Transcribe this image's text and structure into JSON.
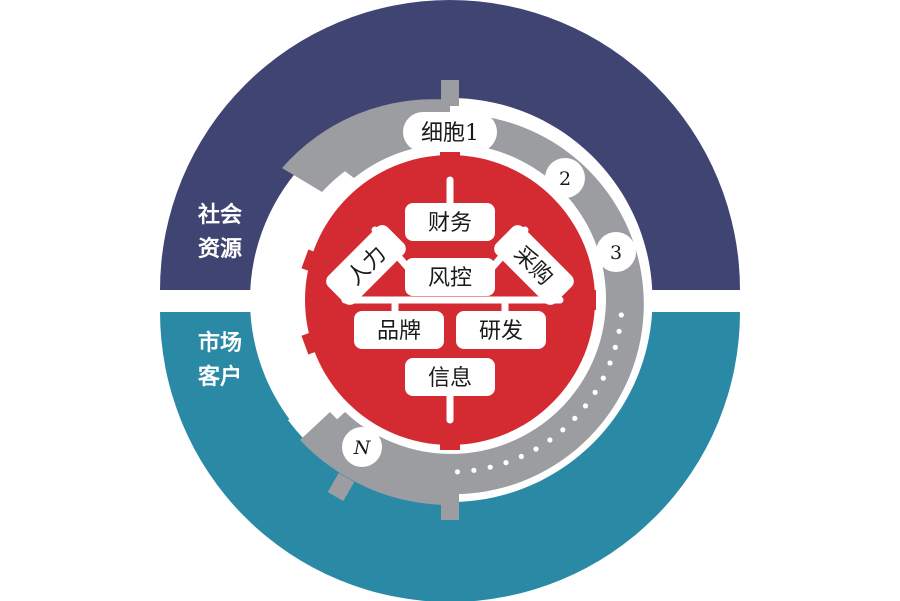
{
  "outer_ring": {
    "top_label_line1": "社会",
    "top_label_line2": "资源",
    "bottom_label_line1": "市场",
    "bottom_label_line2": "客户",
    "top_color": "#3f4473",
    "bottom_color": "#2a8aa6"
  },
  "cells": {
    "cell_1": "细胞1",
    "cell_2": "2",
    "cell_3": "3",
    "cell_n": "N",
    "ring_color": "#9b9da1"
  },
  "core": {
    "color": "#d42a32",
    "modules": {
      "finance": "财务",
      "hr": "人力",
      "procurement": "采购",
      "risk_control": "风控",
      "brand": "品牌",
      "rnd": "研发",
      "information": "信息"
    }
  }
}
